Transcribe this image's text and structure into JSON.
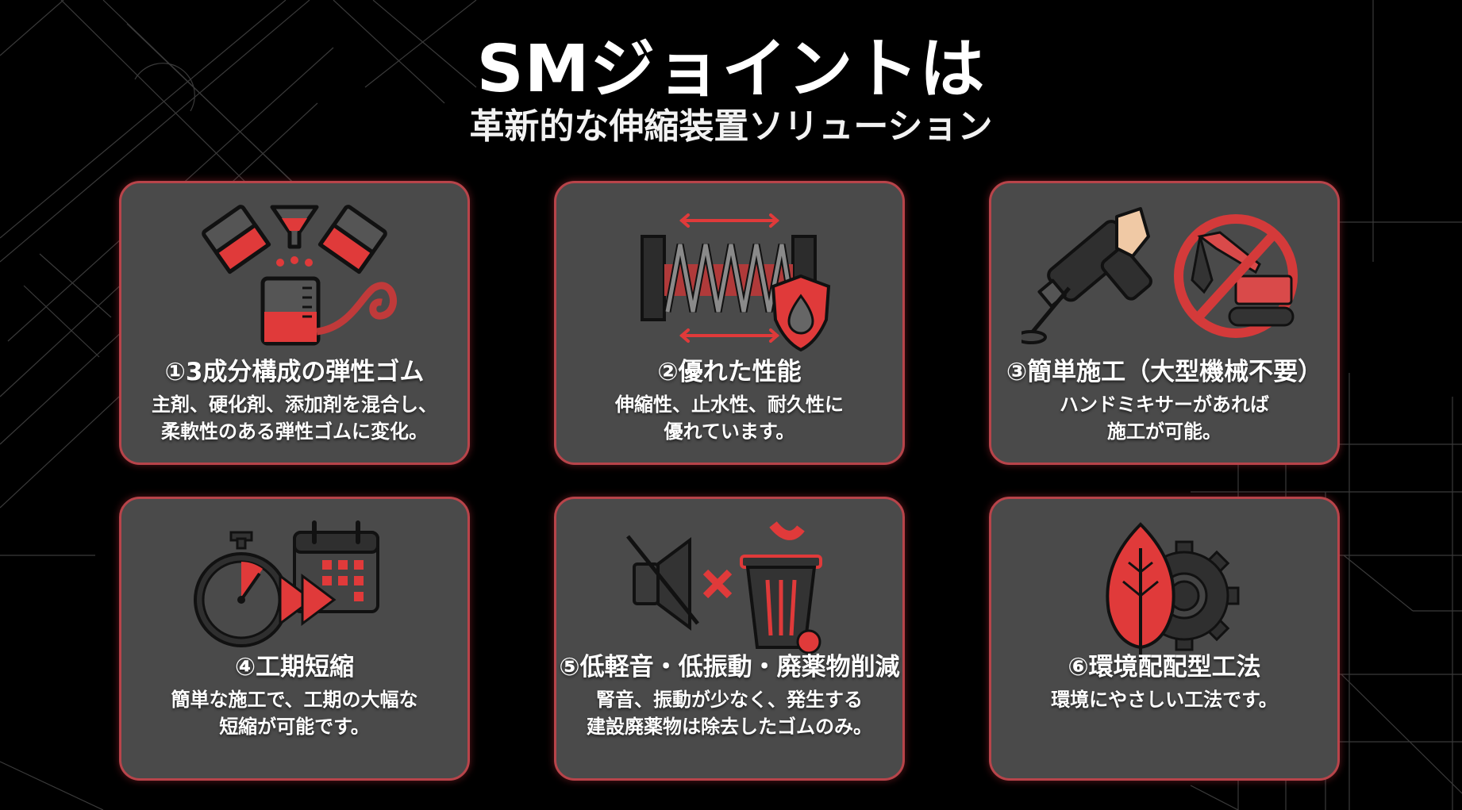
{
  "header": {
    "title": "SMジョイントは",
    "subtitle": "革新的な伸縮装置ソリューション"
  },
  "colors": {
    "background": "#000000",
    "card_bg": "#4a4a4a",
    "card_border": "#b8444a",
    "accent_red": "#e03a3a",
    "icon_dark": "#2f2f2f",
    "text": "#ffffff"
  },
  "cards": [
    {
      "title": "①3成分構成の弾性ゴム",
      "desc": [
        "主剤、硬化剤、添加剤を混合し、",
        "柔軟性のある弾性ゴムに変化。"
      ],
      "icon": "beakers-mixing-icon"
    },
    {
      "title": "②優れた性能",
      "desc": [
        "伸縮性、止水性、耐久性に",
        "優れています。"
      ],
      "icon": "spring-shield-water-icon"
    },
    {
      "title": "③簡単施工（大型機械不要）",
      "desc": [
        "ハンドミキサーがあれば",
        "施工が可能。"
      ],
      "icon": "hand-mixer-no-excavator-icon"
    },
    {
      "title": "④工期短縮",
      "desc": [
        "簡単な施工で、工期の大幅な",
        "短縮が可能です。"
      ],
      "icon": "stopwatch-calendar-fast-forward-icon"
    },
    {
      "title": "⑤低軽音・低振動・廃薬物削減",
      "desc": [
        "腎音、振動が少なく、発生する",
        "建設廃薬物は除去したゴムのみ。"
      ],
      "icon": "mute-speaker-trash-icon"
    },
    {
      "title": "⑥環境配配型工法",
      "desc": [
        "環境にやさしい工法です。"
      ],
      "icon": "leaf-gear-icon"
    }
  ]
}
